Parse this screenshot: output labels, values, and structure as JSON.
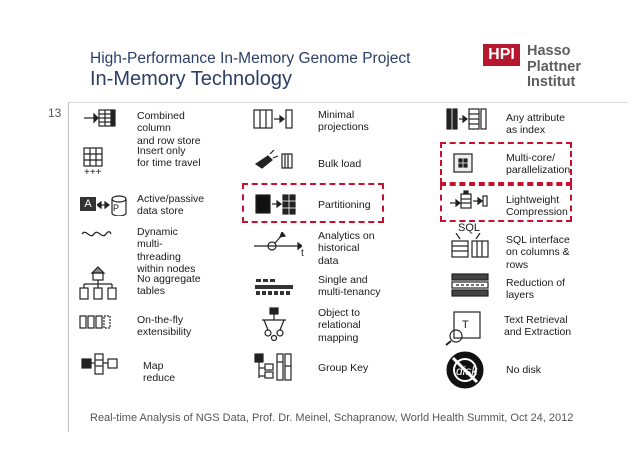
{
  "header": {
    "subtitle": "High-Performance In-Memory Genome Project",
    "title": "In-Memory Technology",
    "page_number": "13"
  },
  "logo": {
    "badge": "HPI",
    "lines": [
      "Hasso",
      "Plattner",
      "Institut"
    ]
  },
  "features": {
    "combined_column_row_store": [
      "Combined",
      "column",
      "and row store"
    ],
    "insert_only": [
      "Insert only",
      "for time travel"
    ],
    "active_passive_store": [
      "Active/passive",
      "data store"
    ],
    "dynamic_multithreading": [
      "Dynamic",
      "multi-",
      "threading",
      "within nodes"
    ],
    "no_aggregate_tables": [
      "No aggregate",
      "tables"
    ],
    "on_the_fly_extensibility": [
      "On-the-fly",
      "extensibility"
    ],
    "map_reduce": [
      "Map",
      "reduce"
    ],
    "minimal_projections": [
      "Minimal",
      "projections"
    ],
    "bulk_load": [
      "Bulk load"
    ],
    "partitioning": [
      "Partitioning"
    ],
    "analytics_on_historical_data": [
      "Analytics on",
      "historical",
      "data"
    ],
    "single_multi_tenancy": [
      "Single and",
      "multi-tenancy"
    ],
    "object_relational_mapping": [
      "Object to",
      "relational",
      "mapping"
    ],
    "group_key": [
      "Group Key"
    ],
    "any_attribute_as_index": [
      "Any attribute",
      "as index"
    ],
    "multicore_parallelization": [
      "Multi-core/",
      "parallelization"
    ],
    "lightweight_compression": [
      "Lightweight",
      "Compression"
    ],
    "sql_interface": [
      "SQL interface",
      "on columns &",
      "rows"
    ],
    "reduction_of_layers": [
      "Reduction of",
      "layers"
    ],
    "text_retrieval_extraction": [
      "Text Retrieval",
      "and Extraction"
    ],
    "no_disk": [
      "No disk"
    ]
  },
  "icon_text": {
    "store_a": "A",
    "store_p": "P",
    "time_axis": "t",
    "sql": "SQL",
    "text_t": "T"
  },
  "highlighted": [
    "partitioning",
    "multicore_parallelization",
    "lightweight_compression"
  ],
  "colors": {
    "title": "#2c3e66",
    "logo_red": "#b5172f",
    "highlight_dash": "#c8102e"
  },
  "footer": "Real-time Analysis of NGS Data, Prof. Dr. Meinel, Schapranow, World Health Summit, Oct 24, 2012"
}
